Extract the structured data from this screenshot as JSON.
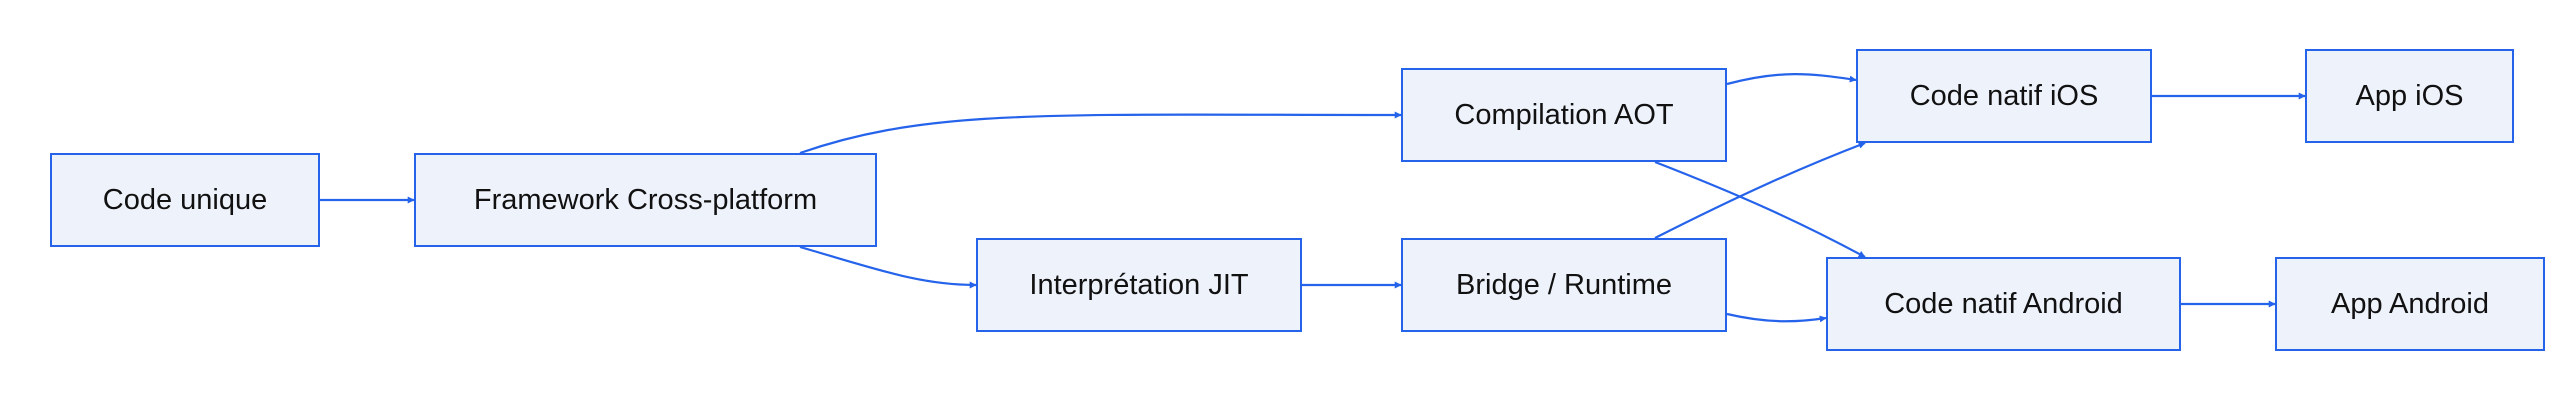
{
  "colors": {
    "node_border": "#2563eb",
    "node_fill": "#eef2fb",
    "edge": "#2563eb",
    "text": "#111111"
  },
  "nodes": {
    "code_unique": "Code unique",
    "framework": "Framework Cross-platform",
    "jit": "Interprétation JIT",
    "aot": "Compilation AOT",
    "bridge": "Bridge / Runtime",
    "ios_native": "Code natif iOS",
    "android_native": "Code natif Android",
    "app_ios": "App iOS",
    "app_android": "App Android"
  },
  "edges": [
    {
      "from": "code_unique",
      "to": "framework"
    },
    {
      "from": "framework",
      "to": "aot"
    },
    {
      "from": "framework",
      "to": "jit"
    },
    {
      "from": "jit",
      "to": "bridge"
    },
    {
      "from": "aot",
      "to": "ios_native"
    },
    {
      "from": "aot",
      "to": "android_native"
    },
    {
      "from": "bridge",
      "to": "ios_native"
    },
    {
      "from": "bridge",
      "to": "android_native"
    },
    {
      "from": "ios_native",
      "to": "app_ios"
    },
    {
      "from": "android_native",
      "to": "app_android"
    }
  ]
}
